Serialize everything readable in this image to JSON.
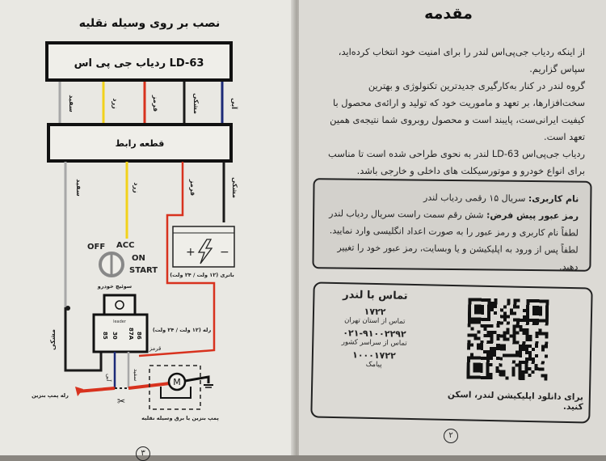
{
  "left_page": {
    "title": "نصب بر روی وسیله نقلیه",
    "tracker_box": "ردیاب جی پی اس LD-63",
    "connector_box": "قطعه رابط",
    "upper_wires": [
      "سفید",
      "زرد",
      "قرمز",
      "مشکی",
      "آبی"
    ],
    "lower_wires": [
      "سفید",
      "زرد",
      "قرمز",
      "مشکی"
    ],
    "wire_colors": {
      "white": "#a8a8a8",
      "yellow": "#f2d21c",
      "red": "#d8321e",
      "black": "#1a1a1a",
      "blue": "#1c2a78"
    },
    "ignition": {
      "off": "OFF",
      "acc": "ACC",
      "on": "ON",
      "start": "START",
      "label": "سوئیچ خودرو"
    },
    "battery_label": "باتری (۱۲ ولت / ۲۴ ولت)",
    "relay_label": "رله (۱۲ ولت / ۲۴ ولت)",
    "relay_brand": "leader",
    "relay_pins": [
      "86",
      "87A",
      "30",
      "85"
    ],
    "relay_red_label": "قرمز",
    "black_label": "مشکی",
    "blue_label": "آبی",
    "white_label": "سفید",
    "pump_relay_label": "رله پمپ بنزین",
    "pump_label": "پمپ بنزین یا برق وسیله نقلیه",
    "motor": "M",
    "page_number": "۳"
  },
  "right_page": {
    "title": "مقدمه",
    "paragraphs": [
      "از اینکه ردیاب جی‌پی‌اس لندر را برای امنیت خود انتخاب کرده‌اید، سپاس گزاریم.",
      "گروه لندر در کنار به‌کارگیری جدیدترین تکنولوژی و بهترین سخت‌افزارها، بر تعهد و ماموریت خود که تولید و ارائه‌ی محصول با کیفیت ایرانی‌ست، پایبند است و محصول روبروی شما نتیجه‌ی همین تعهد است.",
      "ردیاب جی‌پی‌اس LD-63 لندر به نحوی طراحی شده است تا مناسب برای انواع خودرو و موتورسیکلت های داخلی و خارجی باشد."
    ],
    "info": {
      "username_label": "نام کاربری:",
      "username_value": "سریال ۱۵ رقمی ردیاب لندر",
      "password_label": "رمز عبور پیش فرض:",
      "password_value": "شش رقم سمت راست سریال ردیاب لندر",
      "note1": "لطفاً نام کاربری و رمز عبور را به صورت اعداد انگلیسی وارد نمایید.",
      "note2": "لطفاً پس از ورود به اپلیکیشن و یا وبسایت، رمز عبور خود را تغییر دهید."
    },
    "contact": {
      "title": "تماس با لندر",
      "tehran_number": "۱۷۲۲",
      "tehran_label": "تماس از استان تهران",
      "country_number": "۰۲۱-۹۱۰۰۲۲۹۲",
      "country_label": "تماس از سراسر کشور",
      "sms_number": "۱۰۰۰۱۷۲۲",
      "sms_label": "پیامک"
    },
    "qr_caption": "برای دانلود اپلیکیشن لندر، اسکن کنید.",
    "page_number": "۲"
  }
}
